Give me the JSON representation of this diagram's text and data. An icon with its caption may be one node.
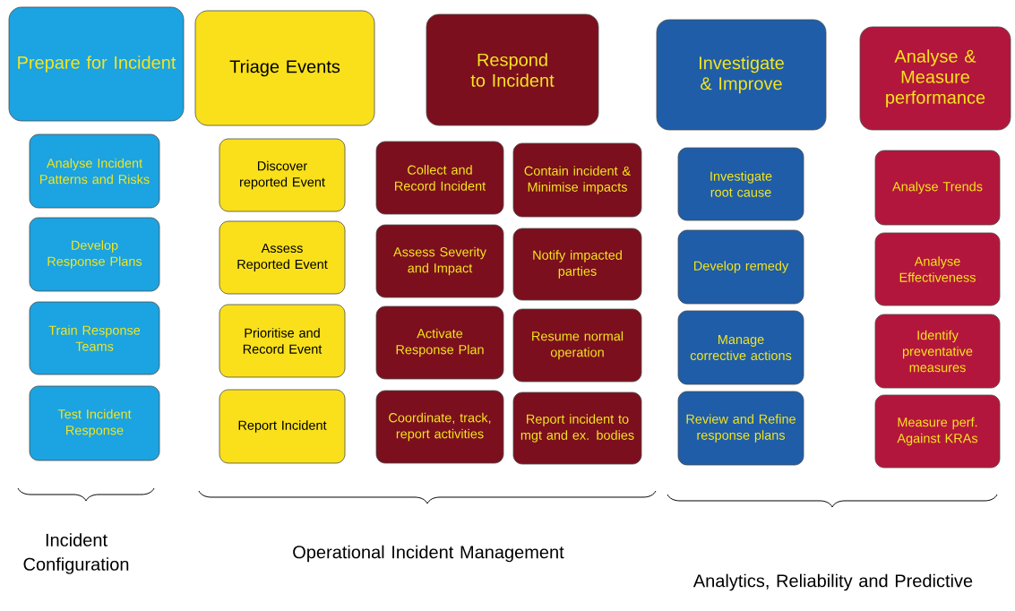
{
  "diagram": {
    "nodes": [
      {
        "text": [
          "Prepare for Incident"
        ]
      },
      {
        "text": [
          "Triage Events"
        ]
      },
      {
        "text": [
          "Respond to Incident"
        ]
      },
      {
        "text": [
          "Investigate & Improve"
        ]
      },
      {
        "text": [
          "Analyse & Measure performance"
        ]
      },
      {
        "text": [
          "Analyse Incident Patterns and Risks"
        ]
      },
      {
        "text": [
          "Develop Response Plans"
        ]
      },
      {
        "text": [
          "Train Response Teams"
        ]
      },
      {
        "text": [
          "Test Incident Response"
        ]
      },
      {
        "text": [
          "Discover reported Event"
        ]
      },
      {
        "text": [
          "Assess Reported Event"
        ]
      },
      {
        "text": [
          "Prioritise and Record Event"
        ]
      },
      {
        "text": [
          "Report Incident"
        ]
      },
      {
        "text": [
          "Collect and Record Incident"
        ]
      },
      {
        "text": [
          "Contain incident & Minimise impacts"
        ]
      },
      {
        "text": [
          "Assess Severity and Impact"
        ]
      },
      {
        "text": [
          "Notify impacted parties"
        ]
      },
      {
        "text": [
          "Activate Response Plan"
        ]
      },
      {
        "text": [
          "Resume normal operation"
        ]
      },
      {
        "text": [
          "Coordinate, track, report activities"
        ]
      },
      {
        "text": [
          "Report incident to mgt and ex. bodies"
        ]
      },
      {
        "text": [
          "Investigate root cause"
        ]
      },
      {
        "text": [
          "Develop remedy"
        ]
      },
      {
        "text": [
          "Manage corrective actions"
        ]
      },
      {
        "text": [
          "Review and Refine response plans"
        ]
      },
      {
        "text": [
          "Analyse Trends"
        ]
      },
      {
        "text": [
          "Analyse Effectiveness"
        ]
      },
      {
        "text": [
          "Identify preventative measures"
        ]
      },
      {
        "text": [
          "Measure perf. Against KRAs"
        ]
      }
    ],
    "labels": [
      "Incident Configuration",
      "Operational Incident Management",
      "Analytics, Reliability and Predictive"
    ]
  }
}
